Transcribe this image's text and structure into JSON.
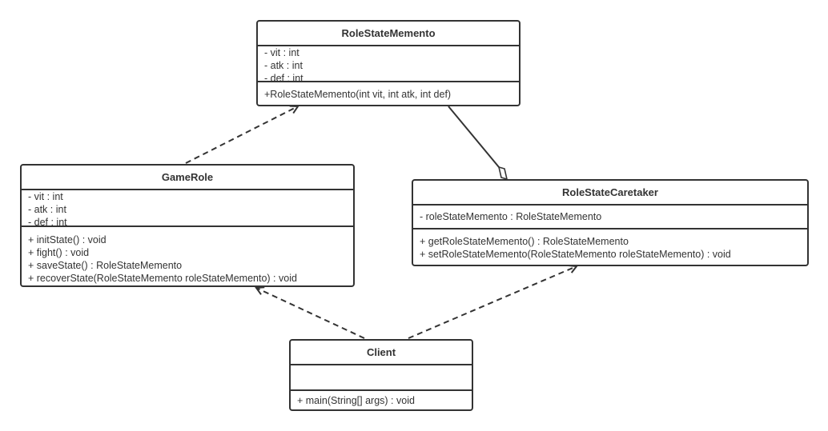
{
  "classes": {
    "memento": {
      "name": "RoleStateMemento",
      "attributes": [
        "- vit : int",
        "- atk : int",
        "- def : int"
      ],
      "methods": [
        "+RoleStateMemento(int vit, int atk, int def)"
      ]
    },
    "gamerole": {
      "name": "GameRole",
      "attributes": [
        "- vit : int",
        "- atk : int",
        "- def : int"
      ],
      "methods": [
        "+ initState() : void",
        "+ fight() : void",
        "+ saveState() : RoleStateMemento",
        "+ recoverState(RoleStateMemento roleStateMemento) : void"
      ]
    },
    "caretaker": {
      "name": "RoleStateCaretaker",
      "attributes": [
        "- roleStateMemento : RoleStateMemento"
      ],
      "methods": [
        "+ getRoleStateMemento() : RoleStateMemento",
        "+ setRoleStateMemento(RoleStateMemento roleStateMemento) : void"
      ]
    },
    "client": {
      "name": "Client",
      "attributes": [],
      "methods": [
        "+ main(String[] args) : void"
      ]
    }
  },
  "relations": [
    {
      "from": "GameRole",
      "to": "RoleStateMemento",
      "type": "dependency"
    },
    {
      "from": "RoleStateCaretaker",
      "to": "RoleStateMemento",
      "type": "aggregation"
    },
    {
      "from": "Client",
      "to": "GameRole",
      "type": "dependency"
    },
    {
      "from": "Client",
      "to": "RoleStateCaretaker",
      "type": "dependency"
    }
  ]
}
